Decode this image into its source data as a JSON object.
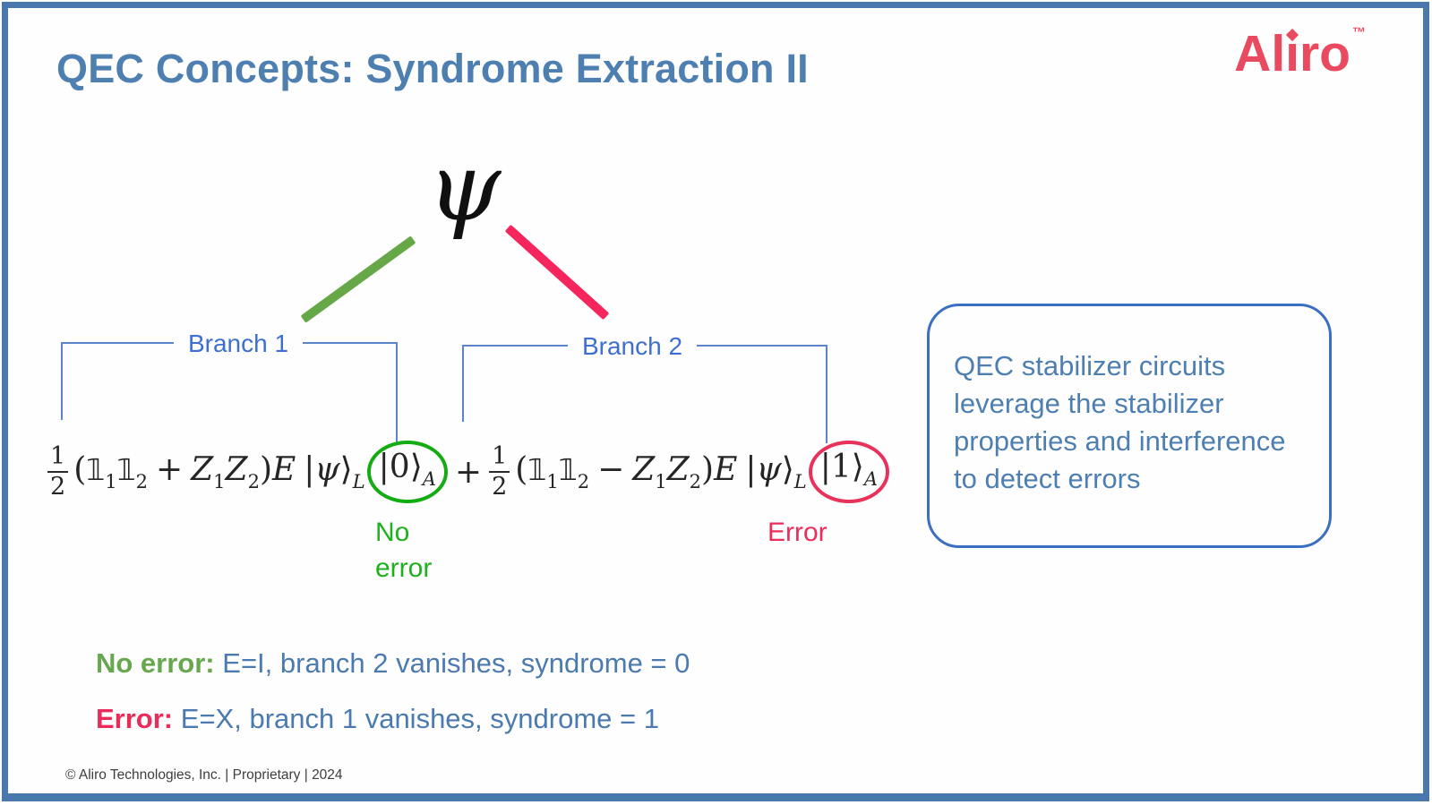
{
  "header": {
    "title": "QEC Concepts: Syndrome Extraction II",
    "logo": {
      "brand_prefix": "Al",
      "brand_i": "ı",
      "brand_suffix": "ro",
      "trademark": "™"
    }
  },
  "diagram": {
    "root_state": "ψ",
    "branch1_label": "Branch 1",
    "branch2_label": "Branch 2",
    "no_error_caption_line1": "No",
    "no_error_caption_line2": "error",
    "error_caption": "Error"
  },
  "equation": {
    "term1": {
      "fraction": {
        "numerator": "1",
        "denominator": "2"
      },
      "paren_open": "(",
      "identity_1": {
        "symbol": "𝟙",
        "sub": "1"
      },
      "identity_2": {
        "symbol": "𝟙",
        "sub": "2"
      },
      "operator": "+",
      "pauli_1": {
        "symbol": "Z",
        "sub": "1"
      },
      "pauli_2": {
        "symbol": "Z",
        "sub": "2"
      },
      "paren_close": ")",
      "error_operator": "E",
      "logical_ket": {
        "open": "|",
        "state": "ψ",
        "close": "⟩",
        "sub": "L"
      },
      "ancilla_ket": {
        "open": "|",
        "state": "0",
        "close": "⟩",
        "sub": "A"
      }
    },
    "plus_sign": "+",
    "term2": {
      "fraction": {
        "numerator": "1",
        "denominator": "2"
      },
      "paren_open": "(",
      "identity_1": {
        "symbol": "𝟙",
        "sub": "1"
      },
      "identity_2": {
        "symbol": "𝟙",
        "sub": "2"
      },
      "operator": "−",
      "pauli_1": {
        "symbol": "Z",
        "sub": "1"
      },
      "pauli_2": {
        "symbol": "Z",
        "sub": "2"
      },
      "paren_close": ")",
      "error_operator": "E",
      "logical_ket": {
        "open": "|",
        "state": "ψ",
        "close": "⟩",
        "sub": "L"
      },
      "ancilla_ket": {
        "open": "|",
        "state": "1",
        "close": "⟩",
        "sub": "A"
      }
    }
  },
  "info_box": {
    "lines": [
      "QEC stabilizer circuits",
      "leverage the stabilizer",
      "properties and interference",
      "to detect errors"
    ]
  },
  "statements": [
    {
      "label": "No error:",
      "text": "E=I, branch 2 vanishes, syndrome = 0"
    },
    {
      "label": "Error:",
      "text": "E=X, branch 1 vanishes, syndrome = 1"
    }
  ],
  "footer": {
    "copyright": "© Aliro Technologies, Inc.  | Proprietary | 2024"
  },
  "colors": {
    "frame_blue": "#4878ac",
    "title_blue": "#4e7fb1",
    "branch_label_blue": "#3d6fd2",
    "body_text_blue": "#4a7ab0",
    "green_line": "#66a848",
    "green_circle": "#13ac13",
    "green_label": "#67a74e",
    "red_pink": "#ea2d5a",
    "logo_red": "#e94a5f"
  }
}
